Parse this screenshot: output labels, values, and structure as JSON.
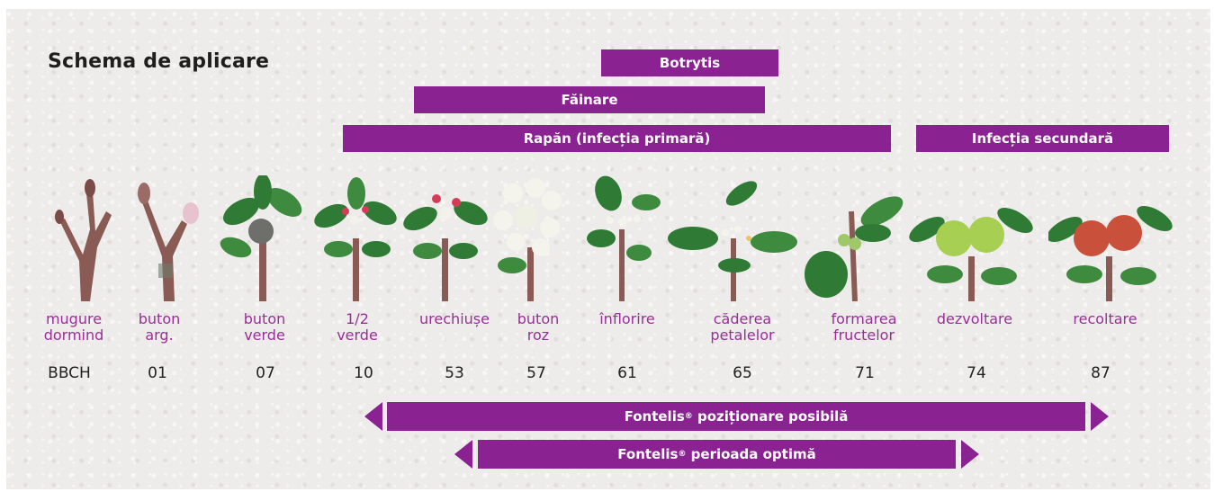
{
  "title": "Schema de aplicare",
  "diseases": [
    {
      "label": "Botrytis"
    },
    {
      "label": "Făinare"
    },
    {
      "label": "Rapăn (infecția primară)"
    },
    {
      "label": "Infecția secundară"
    }
  ],
  "stages": [
    {
      "line1": "mugure",
      "line2": "dormind",
      "bbch": "BBCH"
    },
    {
      "line1": "buton",
      "line2": "arg.",
      "bbch": "01"
    },
    {
      "line1": "buton",
      "line2": "verde",
      "bbch": "07"
    },
    {
      "line1": "1/2",
      "line2": "verde",
      "bbch": "10"
    },
    {
      "line1": "urechiușe",
      "line2": "",
      "bbch": "53"
    },
    {
      "line1": "buton",
      "line2": "roz",
      "bbch": "57"
    },
    {
      "line1": "înflorire",
      "line2": "",
      "bbch": "61"
    },
    {
      "line1": "căderea",
      "line2": "petalelor",
      "bbch": "65"
    },
    {
      "line1": "formarea",
      "line2": "fructelor",
      "bbch": "71"
    },
    {
      "line1": "dezvoltare",
      "line2": "",
      "bbch": "74"
    },
    {
      "line1": "recoltare",
      "line2": "",
      "bbch": "87"
    }
  ],
  "fontelis": [
    {
      "brand": "Fontelis",
      "reg": "®",
      "text": "poziționare posibilă"
    },
    {
      "brand": "Fontelis",
      "reg": "®",
      "text": "perioada optimă"
    }
  ],
  "colors": {
    "accent": "#8a2292",
    "stage_label": "#9a2e98",
    "leaf": "#2f7a35",
    "bark": "#8a5a55"
  }
}
